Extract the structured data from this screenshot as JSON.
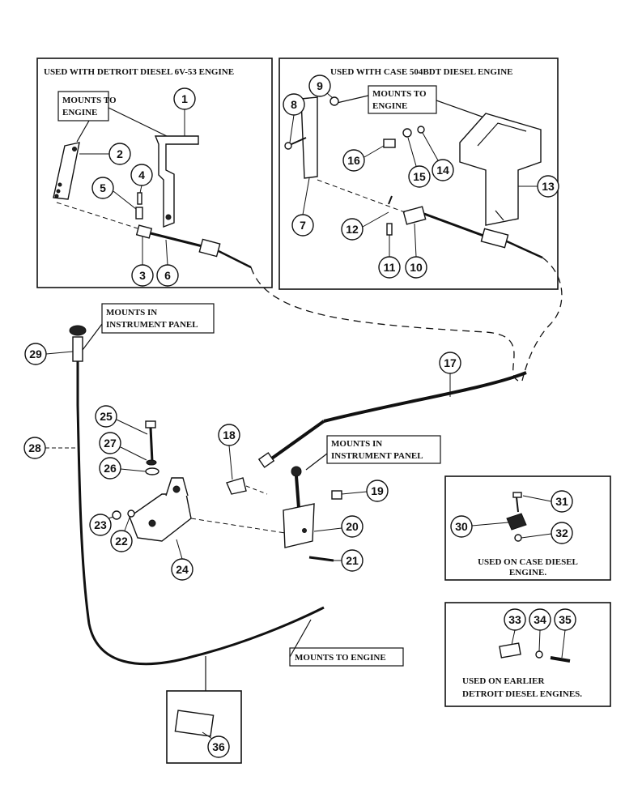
{
  "boxes": {
    "detroit_title": "USED WITH DETROIT DIESEL 6V-53 ENGINE",
    "case_title": "USED WITH CASE 504BDT DIESEL ENGINE",
    "case_clamp_caption_1": "USED ON CASE DIESEL",
    "case_clamp_caption_2": "ENGINE.",
    "earlier_caption_1": "USED ON EARLIER",
    "earlier_caption_2": "DETROIT DIESEL ENGINES."
  },
  "labels": {
    "mounts_to_engine_1a": "MOUNTS TO",
    "mounts_to_engine_1b": "ENGINE",
    "mounts_to_engine_2a": "MOUNTS TO",
    "mounts_to_engine_2b": "ENGINE",
    "mounts_in_panel_1a": "MOUNTS IN",
    "mounts_in_panel_1b": "INSTRUMENT PANEL",
    "mounts_in_panel_2a": "MOUNTS IN",
    "mounts_in_panel_2b": "INSTRUMENT PANEL",
    "mounts_to_engine_3": "MOUNTS TO ENGINE"
  },
  "callouts": {
    "c1": "1",
    "c2": "2",
    "c3": "3",
    "c4": "4",
    "c5": "5",
    "c6": "6",
    "c7": "7",
    "c8": "8",
    "c9": "9",
    "c10": "10",
    "c11": "11",
    "c12": "12",
    "c13": "13",
    "c14": "14",
    "c15": "15",
    "c16": "16",
    "c17": "17",
    "c18": "18",
    "c19": "19",
    "c20": "20",
    "c21": "21",
    "c22": "22",
    "c23": "23",
    "c24": "24",
    "c25": "25",
    "c26": "26",
    "c27": "27",
    "c28": "28",
    "c29": "29",
    "c30": "30",
    "c31": "31",
    "c32": "32",
    "c33": "33",
    "c34": "34",
    "c35": "35",
    "c36": "36"
  }
}
